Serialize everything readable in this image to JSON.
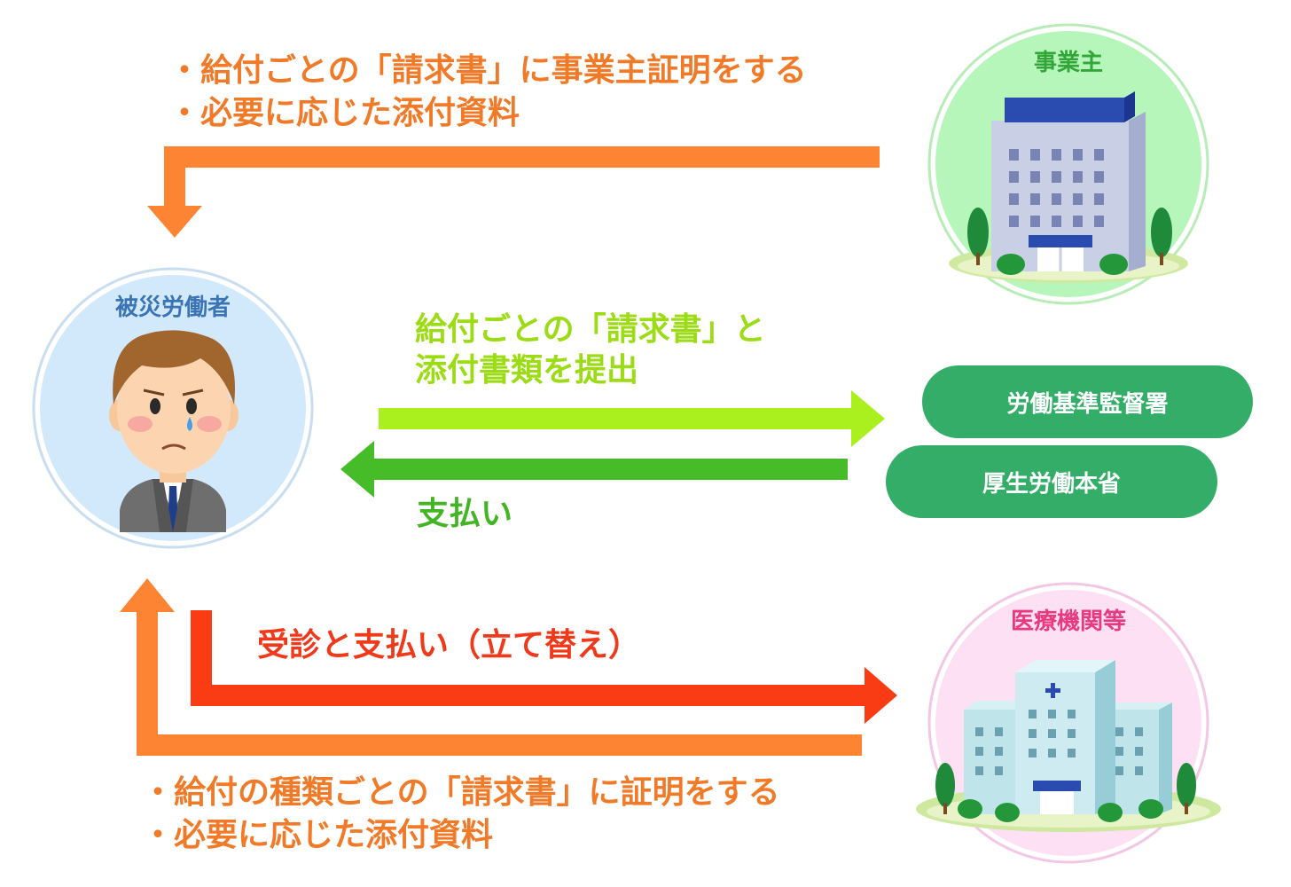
{
  "employer": {
    "label": "事業主",
    "lines": [
      "・給付ごとの「請求書」に事業主証明をする",
      "・必要に応じた添付資料"
    ]
  },
  "worker": {
    "label": "被災労働者"
  },
  "submission": {
    "lines": [
      "給付ごとの「請求書」と",
      "添付書類を提出"
    ]
  },
  "payment": {
    "label": "支払い"
  },
  "offices": {
    "labour_office": "労働基準監督署",
    "ministry": "厚生労働本省"
  },
  "medical": {
    "label": "医療機関等",
    "treatment": "受診と支払い（立て替え）",
    "lines": [
      "・給付の種類ごとの「請求書」に証明をする",
      "・必要に応じた添付資料"
    ]
  },
  "colors": {
    "orange": "#fc8432",
    "lime": "#aaf01e",
    "green": "#46bd28",
    "red": "#fa3c14",
    "office_green": "#34ad69",
    "worker_blue": "#3a74b4",
    "employer_green": "#33a63a",
    "medical_pink": "#e83a80"
  }
}
